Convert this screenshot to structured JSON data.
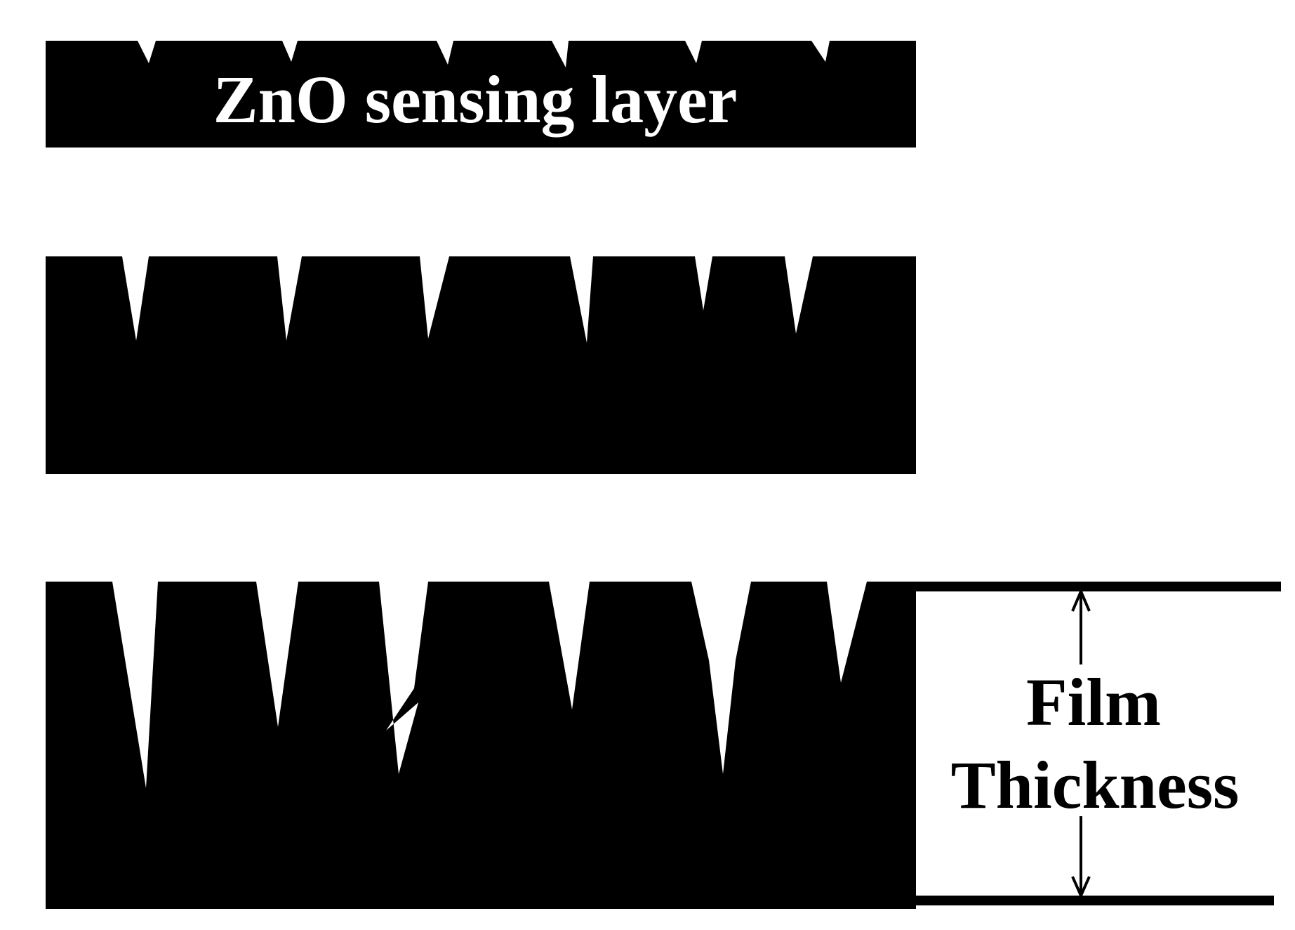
{
  "diagram": {
    "layer_label": "ZnO sensing layer",
    "thickness_label_line1": "Film",
    "thickness_label_line2": "Thickness",
    "colors": {
      "film": "#000000",
      "background": "#ffffff",
      "label_on_film": "#ffffff",
      "annotation": "#000000"
    }
  }
}
